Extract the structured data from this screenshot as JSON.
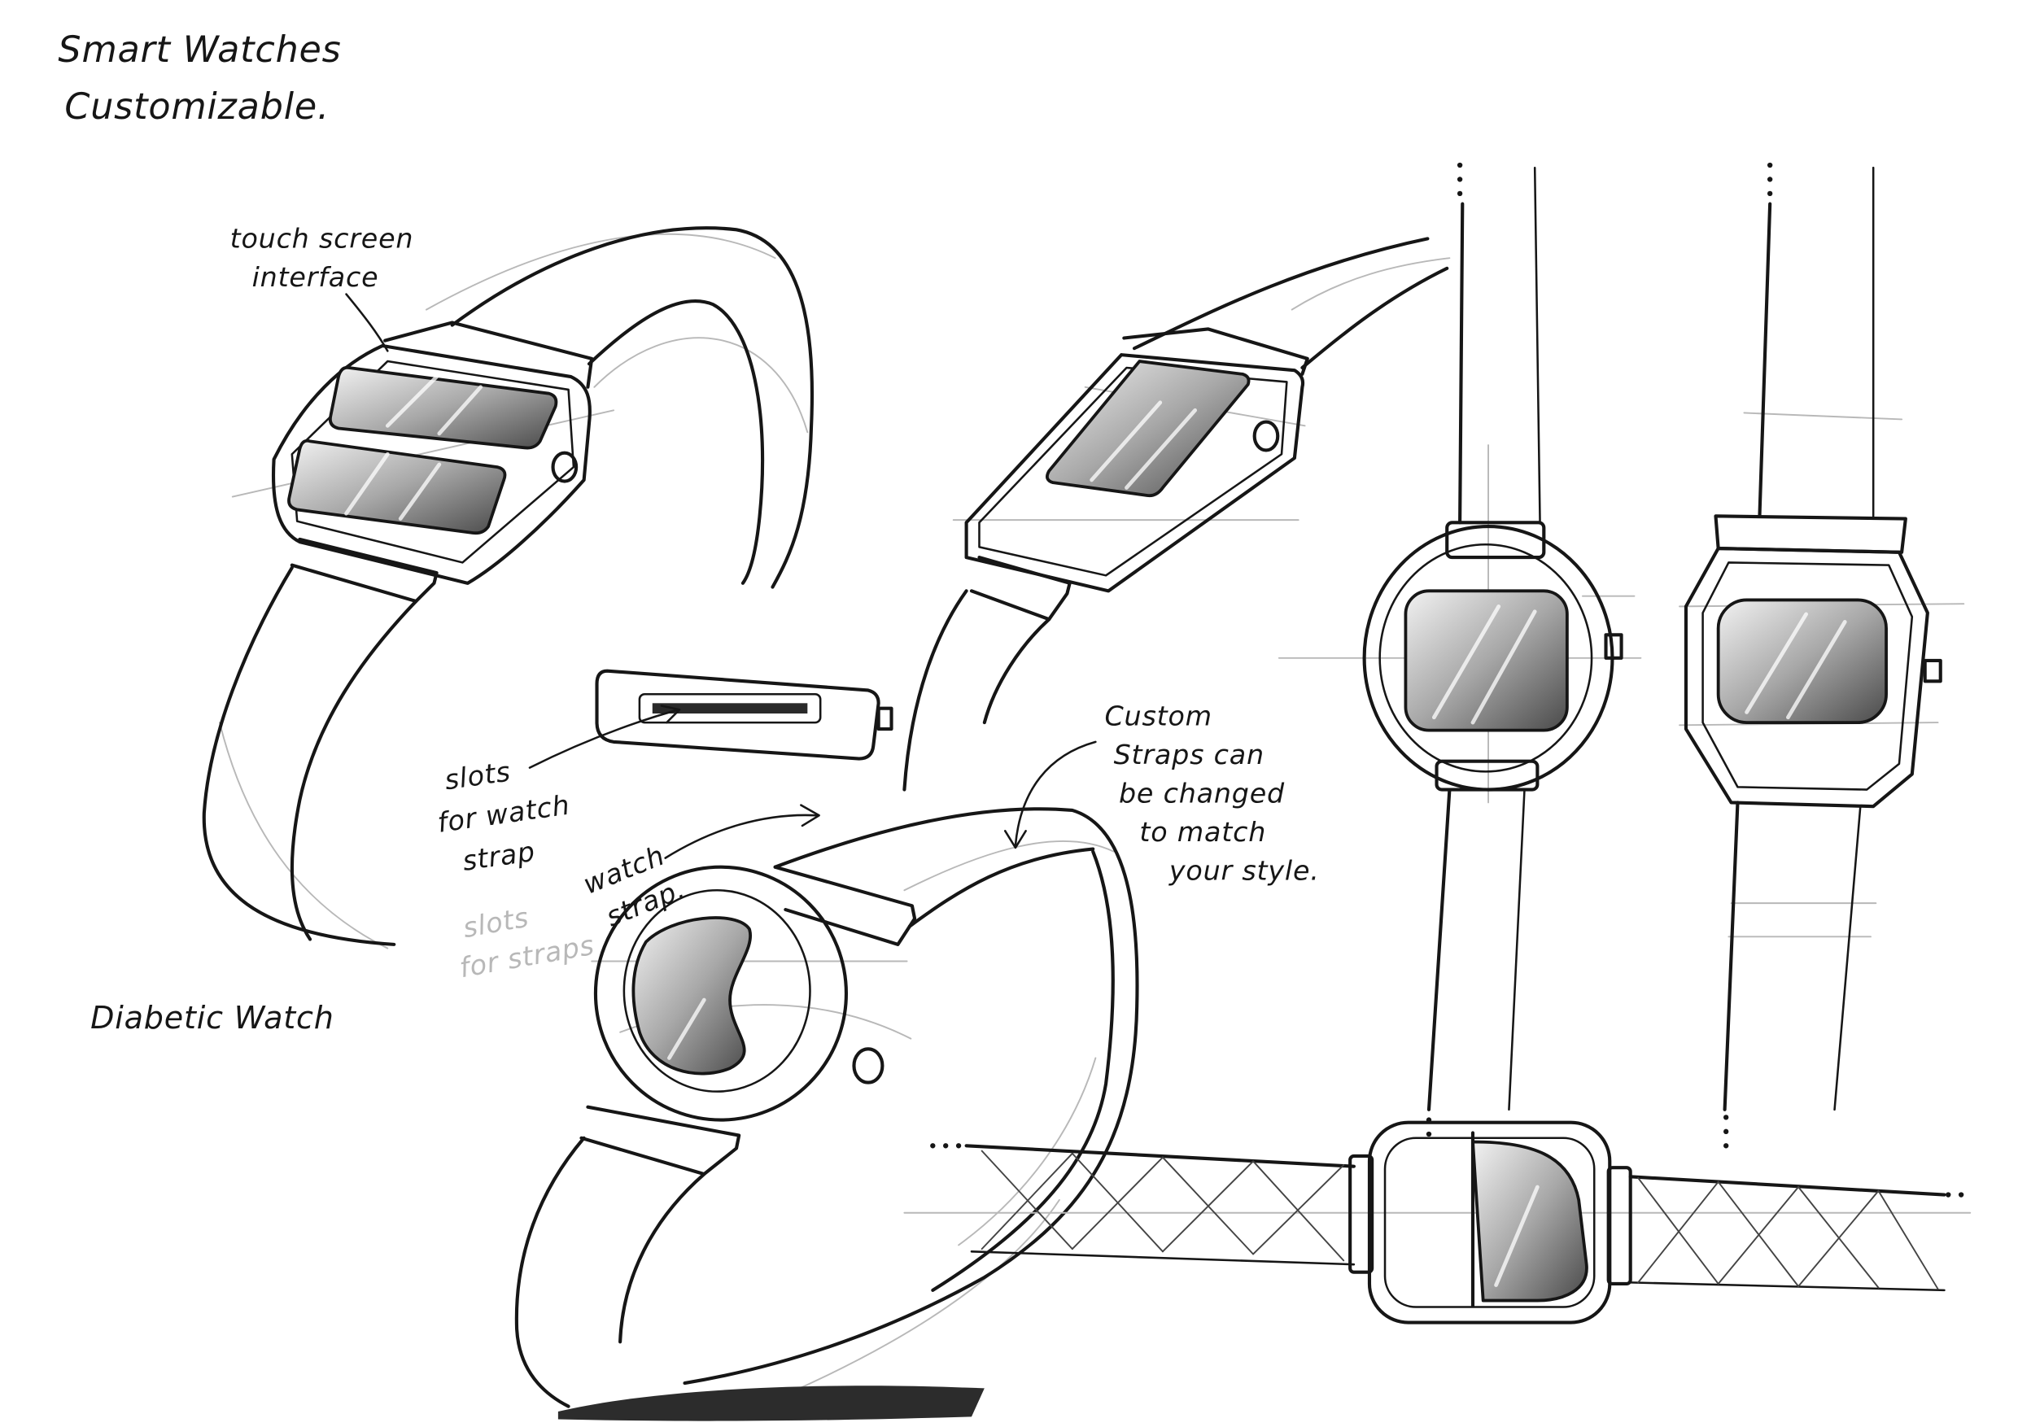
{
  "title": {
    "line1": "Smart Watches",
    "line2": "Customizable."
  },
  "annotations": {
    "touch_screen": [
      "touch screen",
      "interface"
    ],
    "slots_for_watch_strap": [
      "slots",
      "for watch",
      "strap"
    ],
    "slots_for_straps": [
      "slots",
      "for straps"
    ],
    "watch_strap": [
      "watch",
      "strap."
    ],
    "custom_straps": [
      "Custom",
      "Straps can",
      "be changed",
      "to match",
      "your style."
    ]
  },
  "caption": "Diabetic Watch",
  "colors": {
    "paper": "#ffffff",
    "ink": "#161616",
    "pencil": "#b8b8b8",
    "screen_dark": "#4a4a4a",
    "screen_light": "#f2f2f2"
  }
}
